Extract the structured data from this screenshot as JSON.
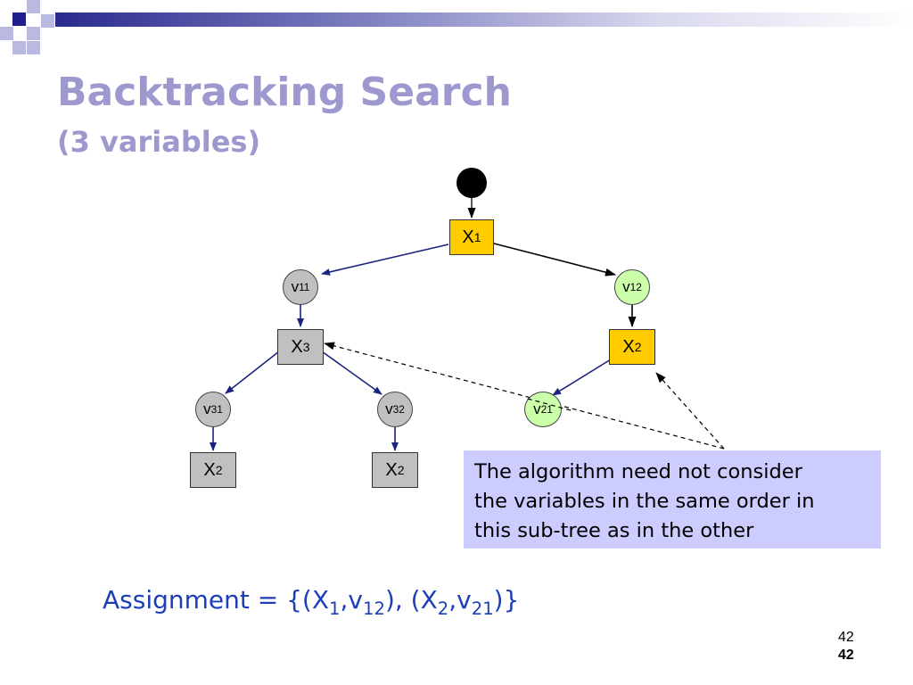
{
  "slide": {
    "title": "Backtracking Search",
    "subtitle": "(3 variables)",
    "page_number": "42",
    "page_number_bold": "42",
    "title_color": "#9d99cf",
    "accent_color": "#1c3fb8"
  },
  "tree": {
    "root": {
      "shape": "filled-circle"
    },
    "nodes": {
      "x1": {
        "var": "X",
        "sub": "1",
        "color": "#ffcc00"
      },
      "v11": {
        "val": "v",
        "sub": "11",
        "color": "#c0c0c0"
      },
      "v12": {
        "val": "v",
        "sub": "12",
        "color": "#ccffaa"
      },
      "x3": {
        "var": "X",
        "sub": "3",
        "color": "#c0c0c0"
      },
      "x2_right": {
        "var": "X",
        "sub": "2",
        "color": "#ffcc00"
      },
      "v31": {
        "val": "v",
        "sub": "31",
        "color": "#c0c0c0"
      },
      "v32": {
        "val": "v",
        "sub": "32",
        "color": "#c0c0c0"
      },
      "v21": {
        "val": "v",
        "sub": "21",
        "color": "#ccffaa"
      },
      "x2_left": {
        "var": "X",
        "sub": "2",
        "color": "#c0c0c0"
      },
      "x2_mid": {
        "var": "X",
        "sub": "2",
        "color": "#c0c0c0"
      }
    }
  },
  "note": {
    "lines": [
      "The algorithm need not consider",
      "the variables in the same order in",
      "this sub-tree as in the other"
    ],
    "background": "#ccccff"
  },
  "assignment": {
    "prefix": "Assignment = {(X",
    "s1": "1",
    "t1": ",v",
    "s2": "12",
    "t2": "), (X",
    "s3": "2",
    "t3": ",v",
    "s4": "21",
    "t4": ")}"
  }
}
